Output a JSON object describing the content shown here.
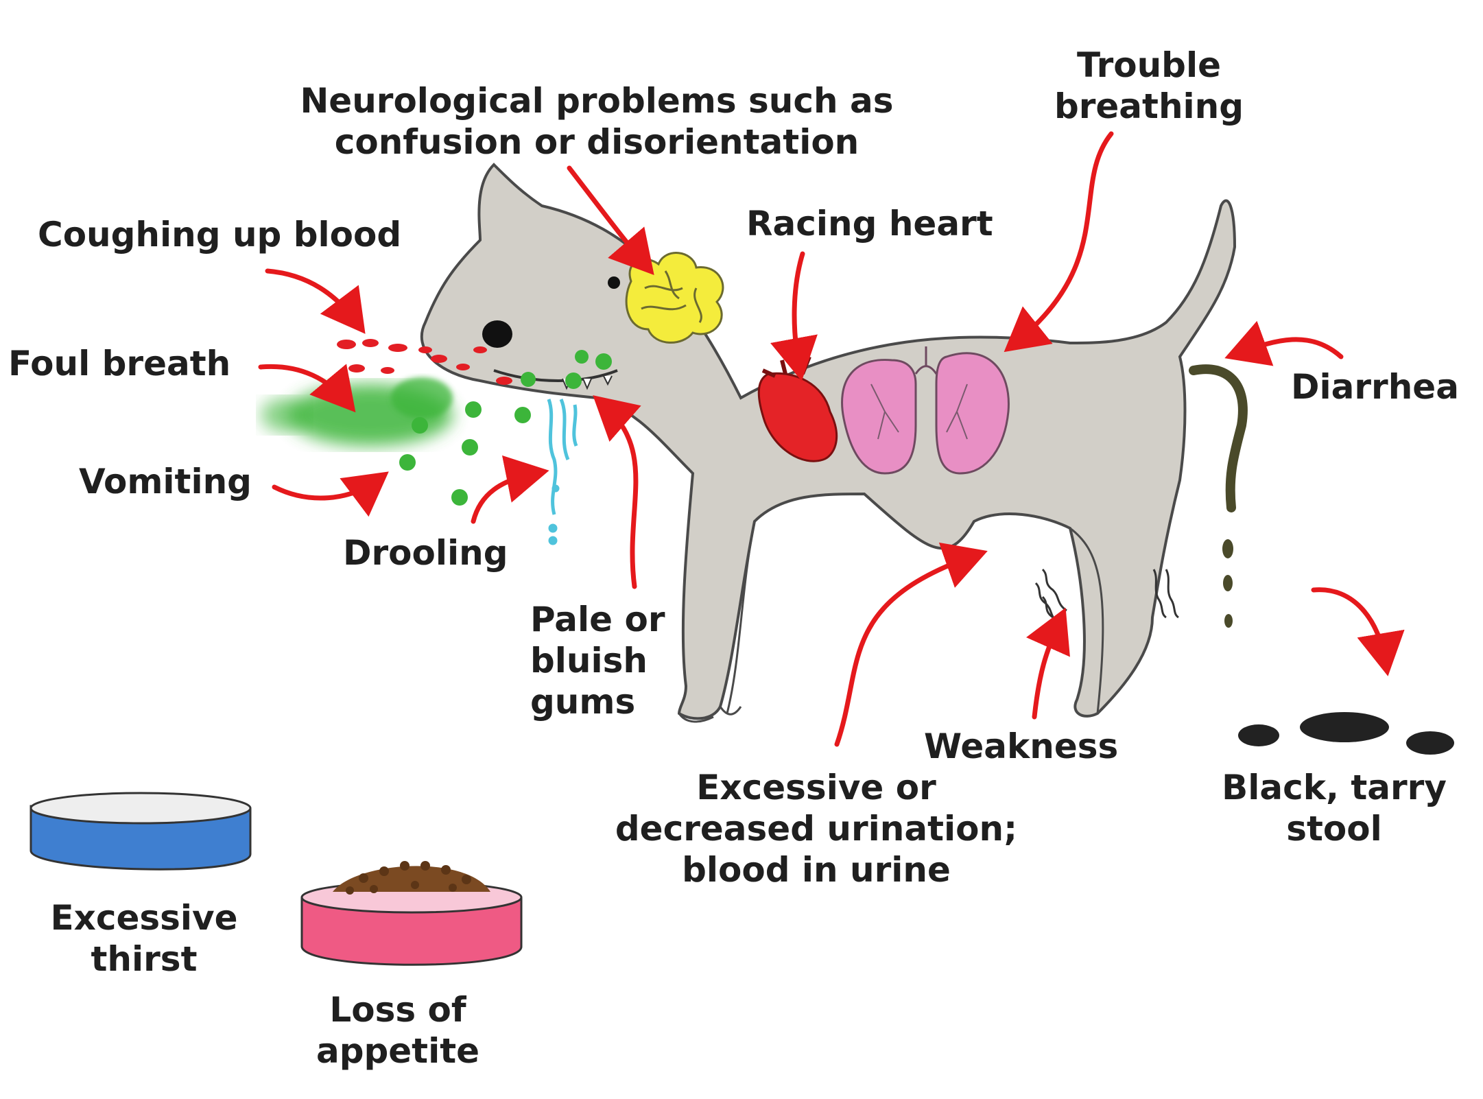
{
  "colors": {
    "arrow": "#e5191c",
    "dog_body": "#d2cfc8",
    "dog_outline": "#4a4a4a",
    "brain": "#f4ec3c",
    "heart": "#e42327",
    "lungs": "#e88fc4",
    "vomit": "#3cb53a",
    "drool": "#4fc3dc",
    "blood": "#e31e24",
    "stool": "#4a4a2a",
    "water_bowl": "#3f7fd0",
    "food_bowl": "#ef5a84",
    "kibble": "#7b4a22",
    "text": "#1f1f1f"
  },
  "labels": {
    "neuro": [
      "Neurological problems such as",
      "confusion or disorientation"
    ],
    "trouble_breathing": [
      "Trouble",
      "breathing"
    ],
    "coughing_blood": "Coughing up blood",
    "racing_heart": "Racing heart",
    "foul_breath": "Foul breath",
    "diarrhea": "Diarrhea",
    "vomiting": "Vomiting",
    "drooling": "Drooling",
    "pale_gums": [
      "Pale or",
      "bluish",
      "gums"
    ],
    "weakness": "Weakness",
    "urination": [
      "Excessive or",
      "decreased urination;",
      "blood in urine"
    ],
    "black_stool": [
      "Black, tarry",
      "stool"
    ],
    "thirst": [
      "Excessive",
      "thirst"
    ],
    "appetite": [
      "Loss of",
      "appetite"
    ]
  },
  "icons": {
    "dog": "dog-illustration",
    "brain": "brain-icon",
    "heart": "heart-icon",
    "lungs": "lungs-icon",
    "water_bowl": "water-bowl-icon",
    "food_bowl": "food-bowl-icon",
    "arrow": "red-arrow-icon"
  }
}
